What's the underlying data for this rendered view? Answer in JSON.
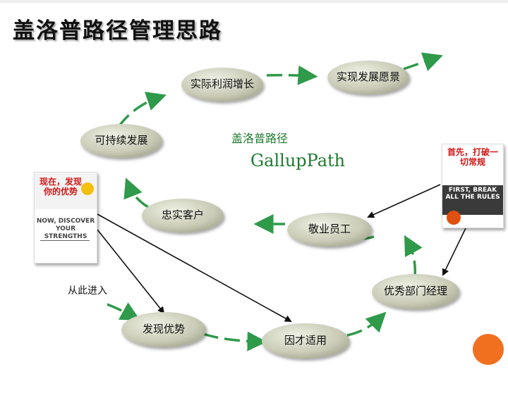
{
  "title": "盖洛普路径管理思路",
  "gallup_label_cn": "盖洛普路径",
  "gallup_label_en": "GallupPath",
  "entry_label": "从此进入",
  "nodes": {
    "profit": "实际利润增长",
    "vision": "实现发展愿景",
    "sustain": "可持续发展",
    "loyal": "忠实客户",
    "engaged": "敬业员工",
    "manager": "优秀部门经理",
    "strength": "发现优势",
    "fit": "因才适用"
  },
  "books": {
    "left": {
      "title": "现在，发现你的优势",
      "subtitle_en": "NOW, DISCOVER YOUR STRENGTHS"
    },
    "right": {
      "title": "首先，打破一切常规",
      "subtitle_en": "FIRST, BREAK ALL THE RULES"
    }
  },
  "colors": {
    "path_green": "#2e9a4a",
    "node_fill": "#cfd0bd",
    "text_green": "#1e7a2e",
    "accent_orange": "#f07020"
  }
}
